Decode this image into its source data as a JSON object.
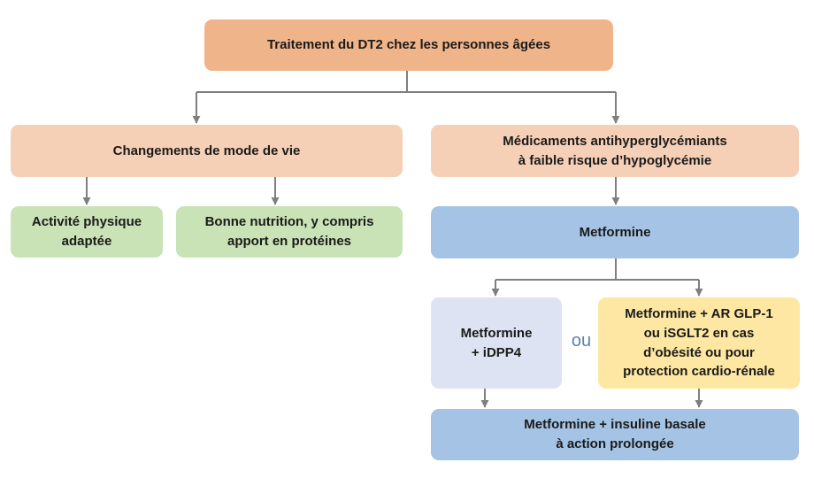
{
  "nodes": {
    "root": "Traitement du DT2 chez les personnes âgées",
    "lifestyle": "Changements de mode de vie",
    "medication": "Médicaments antihyperglycémiants\nà faible risque d’hypoglycémie",
    "activity": "Activité physique\nadaptée",
    "nutrition": "Bonne nutrition, y compris\napport en protéines",
    "metformin": "Metformine",
    "metformin_idpp4": "Metformine\n+ iDPP4",
    "metformin_glp1": "Metformine + AR GLP-1\nou iSGLT2 en cas\nd’obésité ou pour\nprotection cardio-rénale",
    "metformin_insulin": "Metformine + insuline basale\nà action prolongée"
  },
  "or_label": "ou",
  "colors": {
    "root_fill": "#f0b48a",
    "level2_fill": "#f6d0b6",
    "lifestyle_children_fill": "#c9e3b7",
    "metformin_fill": "#a5c3e4",
    "idpp4_fill": "#dde3f2",
    "glp1_fill": "#fde7a3",
    "connector": "#7f7f7f",
    "or_text": "#5b82a8"
  }
}
